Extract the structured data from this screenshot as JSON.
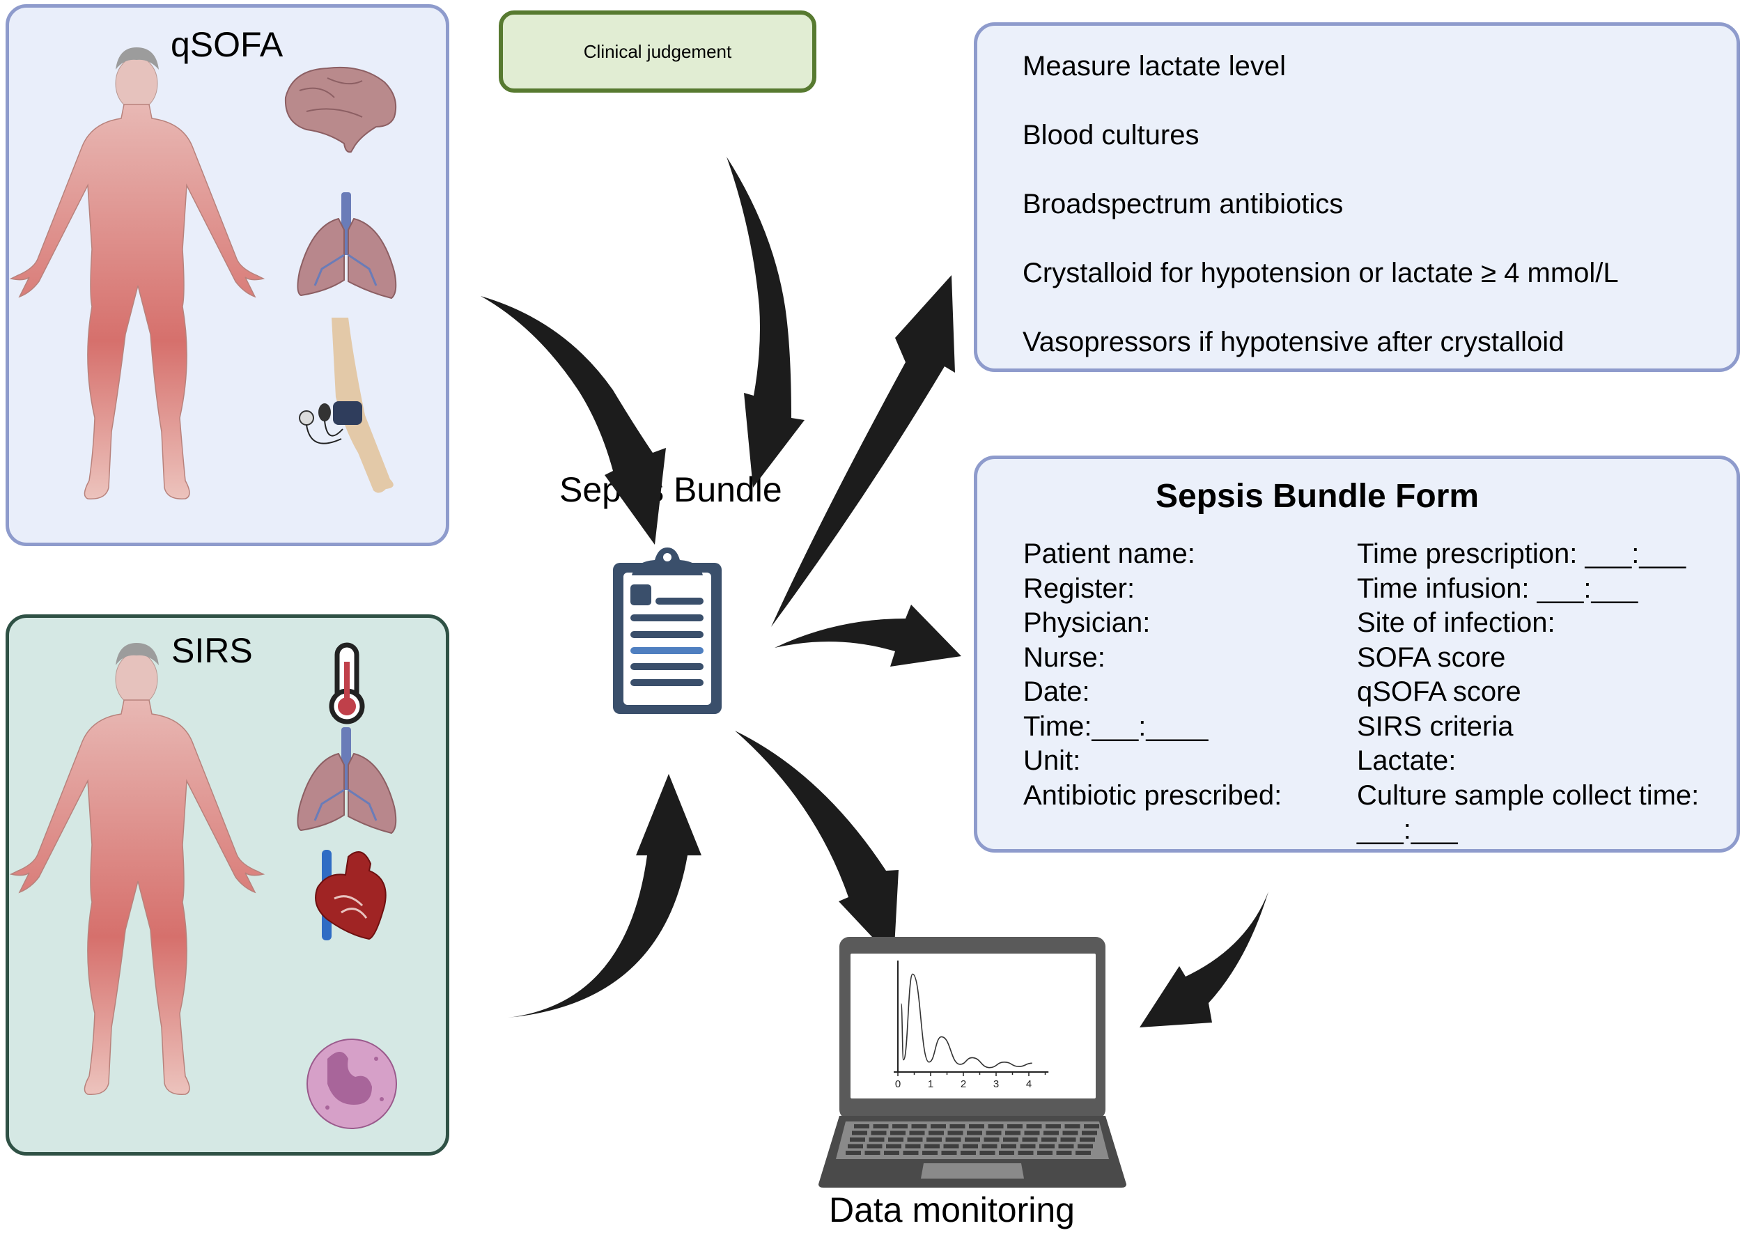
{
  "qsofa": {
    "title": "qSOFA",
    "icons": [
      "human-body",
      "brain",
      "lungs",
      "blood-pressure-cuff"
    ]
  },
  "sirs": {
    "title": "SIRS",
    "icons": [
      "human-body",
      "thermometer",
      "lungs",
      "heart",
      "white-blood-cell"
    ]
  },
  "clinical_judgement": {
    "label": "Clinical judgement"
  },
  "center": {
    "label": "Sepsis Bundle",
    "icon": "clipboard"
  },
  "actions": {
    "items": [
      "Measure lactate level",
      "Blood cultures",
      "Broadspectrum antibiotics",
      "Crystalloid for hypotension or lactate ≥ 4 mmol/L",
      "Vasopressors if hypotensive after  crystalloid"
    ]
  },
  "form": {
    "title": "Sepsis Bundle Form",
    "left_fields": [
      "Patient name:",
      "Register:",
      "Physician:",
      "Nurse:",
      "Date:",
      "Time:___:____",
      "Unit:",
      "Antibiotic prescribed:"
    ],
    "right_fields": [
      "Time prescription: ___:___",
      "Time infusion: ___:___",
      "Site of infection:",
      "SOFA score",
      "qSOFA score",
      "SIRS criteria",
      "Lactate:",
      "Culture sample collect time:",
      "___:___"
    ]
  },
  "monitor": {
    "label": "Data monitoring",
    "icon": "laptop"
  },
  "colors": {
    "qsofa_bg": "#e9eefa",
    "qsofa_border": "#8e9bcc",
    "sirs_bg": "#d5e8e4",
    "sirs_border": "#2f5145",
    "clinical_bg": "#e1edd3",
    "clinical_border": "#577a30",
    "clipboard": "#3a4f6b",
    "clipboard_accent": "#4f7fc0",
    "arrow": "#1c1c1c"
  },
  "chart_data": {
    "type": "line",
    "title": "",
    "xlabel": "",
    "ylabel": "",
    "x_ticks": [
      "0",
      "1",
      "2",
      "3",
      "4"
    ],
    "xlim": [
      0,
      4.6
    ],
    "ylim": [
      0,
      1
    ],
    "series": [
      {
        "name": "signal",
        "x": [
          0.1,
          0.17,
          0.45,
          0.95,
          1.33,
          1.9,
          2.27,
          2.8,
          3.25,
          3.7,
          4.1
        ],
        "y": [
          0.62,
          0.11,
          0.89,
          0.09,
          0.32,
          0.07,
          0.13,
          0.04,
          0.09,
          0.05,
          0.08
        ]
      }
    ]
  }
}
